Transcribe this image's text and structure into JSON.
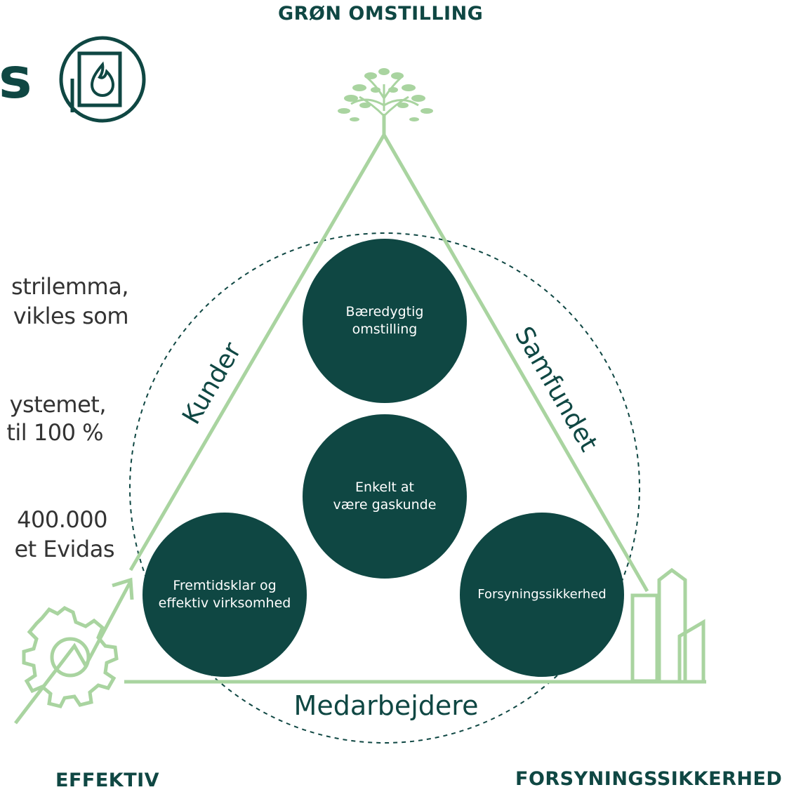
{
  "colors": {
    "dark": "#0f4743",
    "light_green": "#a9d4a0"
  },
  "corners": {
    "top": "GRØN OMSTILLING",
    "bottom_left": "EFFEKTIV",
    "bottom_right": "FORSYNINGSSIKKERHED"
  },
  "heading_fragment": "s",
  "body_text_fragments": [
    "strilemma,",
    "vikles som",
    "ystemet,",
    "til 100 %",
    "400.000",
    "et  Evidas"
  ],
  "circles": {
    "top": "Bæredygtig\nomstilling",
    "middle": "Enkelt at\nvære gaskunde",
    "bottom_left": "Fremtidsklar og\neffektiv virksomhed",
    "bottom_right": "Forsyningssikkerhed"
  },
  "sides": {
    "left": "Kunder",
    "right": "Samfundet",
    "bottom": "Medarbejdere"
  },
  "icons": {
    "heading": "gas-document-icon",
    "top": "tree-icon",
    "bottom_left": "gear-growth-arrow-icon",
    "bottom_right": "city-buildings-icon"
  }
}
